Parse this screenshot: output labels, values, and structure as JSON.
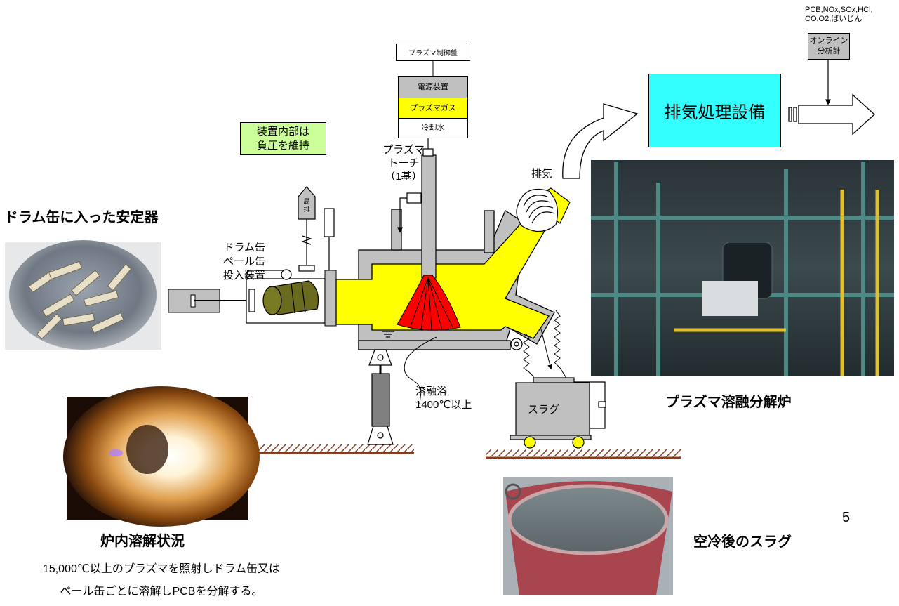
{
  "analyzer": {
    "targets_line1": "PCB,NOx,SOx,HCl,",
    "targets_line2": "CO,O2,ばいじん",
    "label_line1": "オンライン",
    "label_line2": "分析計"
  },
  "exhaust_treatment": {
    "label": "排気処理設備"
  },
  "plasma_control_panel": {
    "label": "プラズマ制御盤"
  },
  "control_stack": {
    "power_supply": "電源装置",
    "plasma_gas": "プラズマガス",
    "cooling_water": "冷却水"
  },
  "negative_pressure_note": {
    "line1": "装置内部は",
    "line2": "負圧を維持"
  },
  "torch": {
    "line1": "プラズマ",
    "line2": "トーチ",
    "line3": "（1基）"
  },
  "exhaust": {
    "label": "排気"
  },
  "local_exhaust": {
    "line1": "局",
    "line2": "排"
  },
  "feeder": {
    "line1": "ドラム缶",
    "line2": "ペール缶",
    "line3": "投入装置"
  },
  "melt_bath": {
    "line1": "溶融浴",
    "line2": "1400℃以上"
  },
  "slag_container": {
    "label": "スラグ"
  },
  "captions": {
    "drum_stabilizers": "ドラム缶に入った安定器",
    "furnace_interior": "炉内溶解状況",
    "plasma_furnace": "プラズマ溶融分解炉",
    "cooled_slag": "空冷後のスラグ"
  },
  "description": {
    "line1": "15,000℃以上のプラズマを照射しドラム缶又は",
    "line2": "ペール缶ごとに溶解しPCBを分解する。"
  },
  "page_number": "5",
  "colors": {
    "exhaust_box": "#33ffff",
    "molten_yellow": "#ffff00",
    "plasma_red": "#ff0000",
    "note_green": "#ccff99",
    "furnace_gray": "#c0c0c0",
    "drum_olive": "#6b6b1f",
    "floor_brown": "#8b3a1a"
  }
}
